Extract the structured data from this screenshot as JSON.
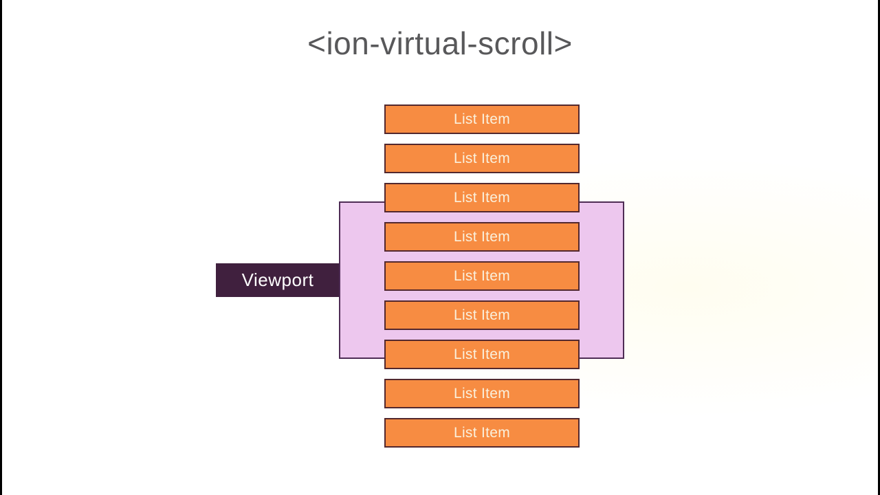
{
  "title": {
    "text": "<ion-virtual-scroll>"
  },
  "viewport": {
    "label": "Viewport"
  },
  "list": {
    "items": [
      {
        "label": "List Item"
      },
      {
        "label": "List Item"
      },
      {
        "label": "List Item"
      },
      {
        "label": "List Item"
      },
      {
        "label": "List Item"
      },
      {
        "label": "List Item"
      },
      {
        "label": "List Item"
      },
      {
        "label": "List Item"
      },
      {
        "label": "List Item"
      }
    ]
  },
  "colors": {
    "background": "#FFFFFF",
    "frame_edge": "#000000",
    "title_text": "#58585A",
    "item_fill": "#F78C42",
    "item_border": "#52282E",
    "item_text": "#FAF0DC",
    "render_band_fill": "#EDC7EE",
    "render_band_border": "#4E2C55",
    "viewport_bar_fill": "#40203E",
    "viewport_bar_text": "#FFFFFF"
  }
}
